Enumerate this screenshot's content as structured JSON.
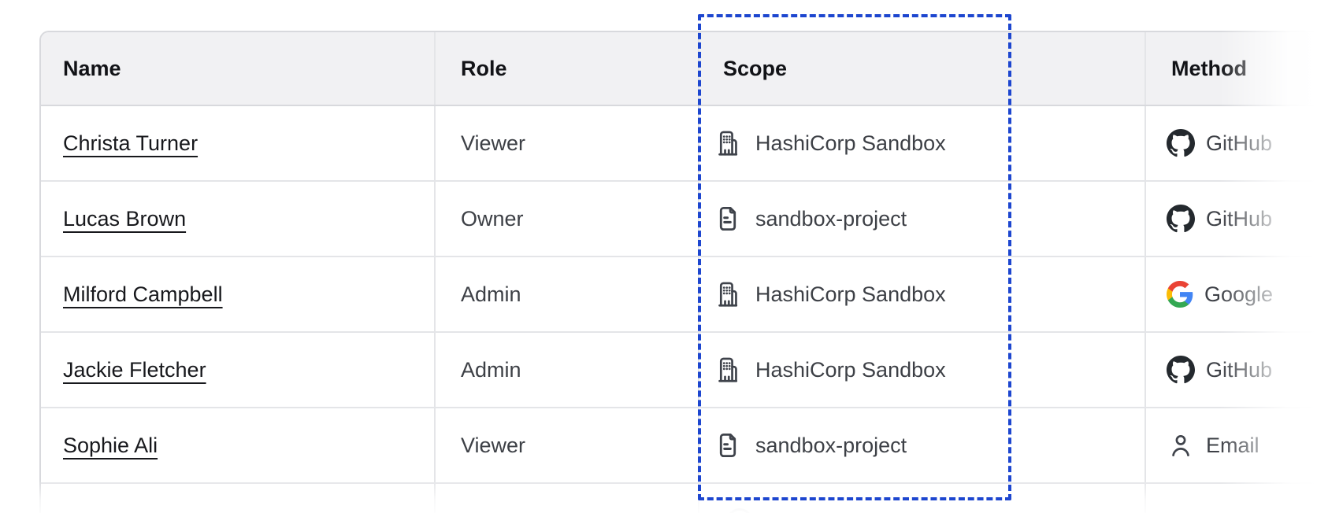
{
  "table": {
    "columns": [
      {
        "id": "name",
        "label": "Name"
      },
      {
        "id": "role",
        "label": "Role"
      },
      {
        "id": "scope",
        "label": "Scope"
      },
      {
        "id": "method",
        "label": "Method"
      }
    ],
    "rows": [
      {
        "name": "Christa Turner",
        "role": "Viewer",
        "scope": {
          "icon": "org-building-icon",
          "label": "HashiCorp Sandbox"
        },
        "method": {
          "icon": "github-icon",
          "label": "GitHub"
        }
      },
      {
        "name": "Lucas Brown",
        "role": "Owner",
        "scope": {
          "icon": "file-document-icon",
          "label": "sandbox-project"
        },
        "method": {
          "icon": "github-icon",
          "label": "GitHub"
        }
      },
      {
        "name": "Milford Campbell",
        "role": "Admin",
        "scope": {
          "icon": "org-building-icon",
          "label": "HashiCorp Sandbox"
        },
        "method": {
          "icon": "google-icon",
          "label": "Google"
        }
      },
      {
        "name": "Jackie Fletcher",
        "role": "Admin",
        "scope": {
          "icon": "org-building-icon",
          "label": "HashiCorp Sandbox"
        },
        "method": {
          "icon": "github-icon",
          "label": "GitHub"
        }
      },
      {
        "name": "Sophie Ali",
        "role": "Viewer",
        "scope": {
          "icon": "file-document-icon",
          "label": "sandbox-project"
        },
        "method": {
          "icon": "person-icon",
          "label": "Email"
        }
      }
    ],
    "partial_sixth_row_visible": true
  },
  "annotation": {
    "type": "dashed-selection-box",
    "target": "scope-column"
  },
  "colors": {
    "annotation_blue": "#1d46cf",
    "header_bg": "#f1f1f3",
    "border": "#e4e5e8",
    "outer_border": "#d8d9dd",
    "header_text": "#121317",
    "body_text": "#3d4046",
    "link_text": "#17181c",
    "icon_stroke": "#3f434b",
    "github_black": "#24292e",
    "google_blue": "#4285F4",
    "google_green": "#34A853",
    "google_yellow": "#FBBC05",
    "google_red": "#EA4335"
  }
}
